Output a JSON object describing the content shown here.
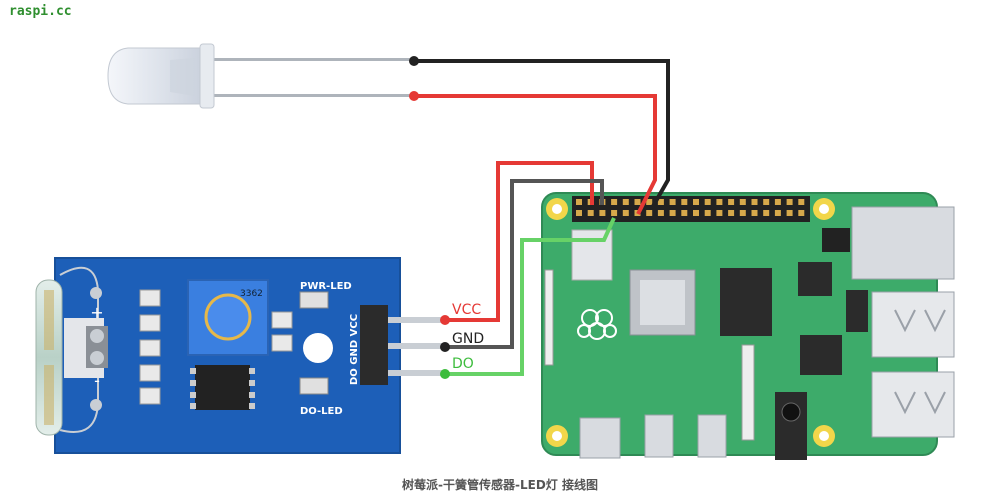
{
  "watermark": "raspi.cc",
  "caption": "树莓派-干簧管传感器-LED灯 接线图",
  "module": {
    "labels": {
      "vcc": "VCC",
      "gnd": "GND",
      "do": "DO"
    },
    "pcb_text": {
      "pwr_led": "PWR-LED",
      "do_led": "DO-LED",
      "pin_row": "DO GND VCC",
      "pot": "3362",
      "plus": "+",
      "minus": "-"
    }
  },
  "colors": {
    "red": "#e53935",
    "black": "#222222",
    "gray": "#555555",
    "green": "#67d267",
    "pi_green": "#3dab6a",
    "module_blue": "#1d5fb8"
  }
}
